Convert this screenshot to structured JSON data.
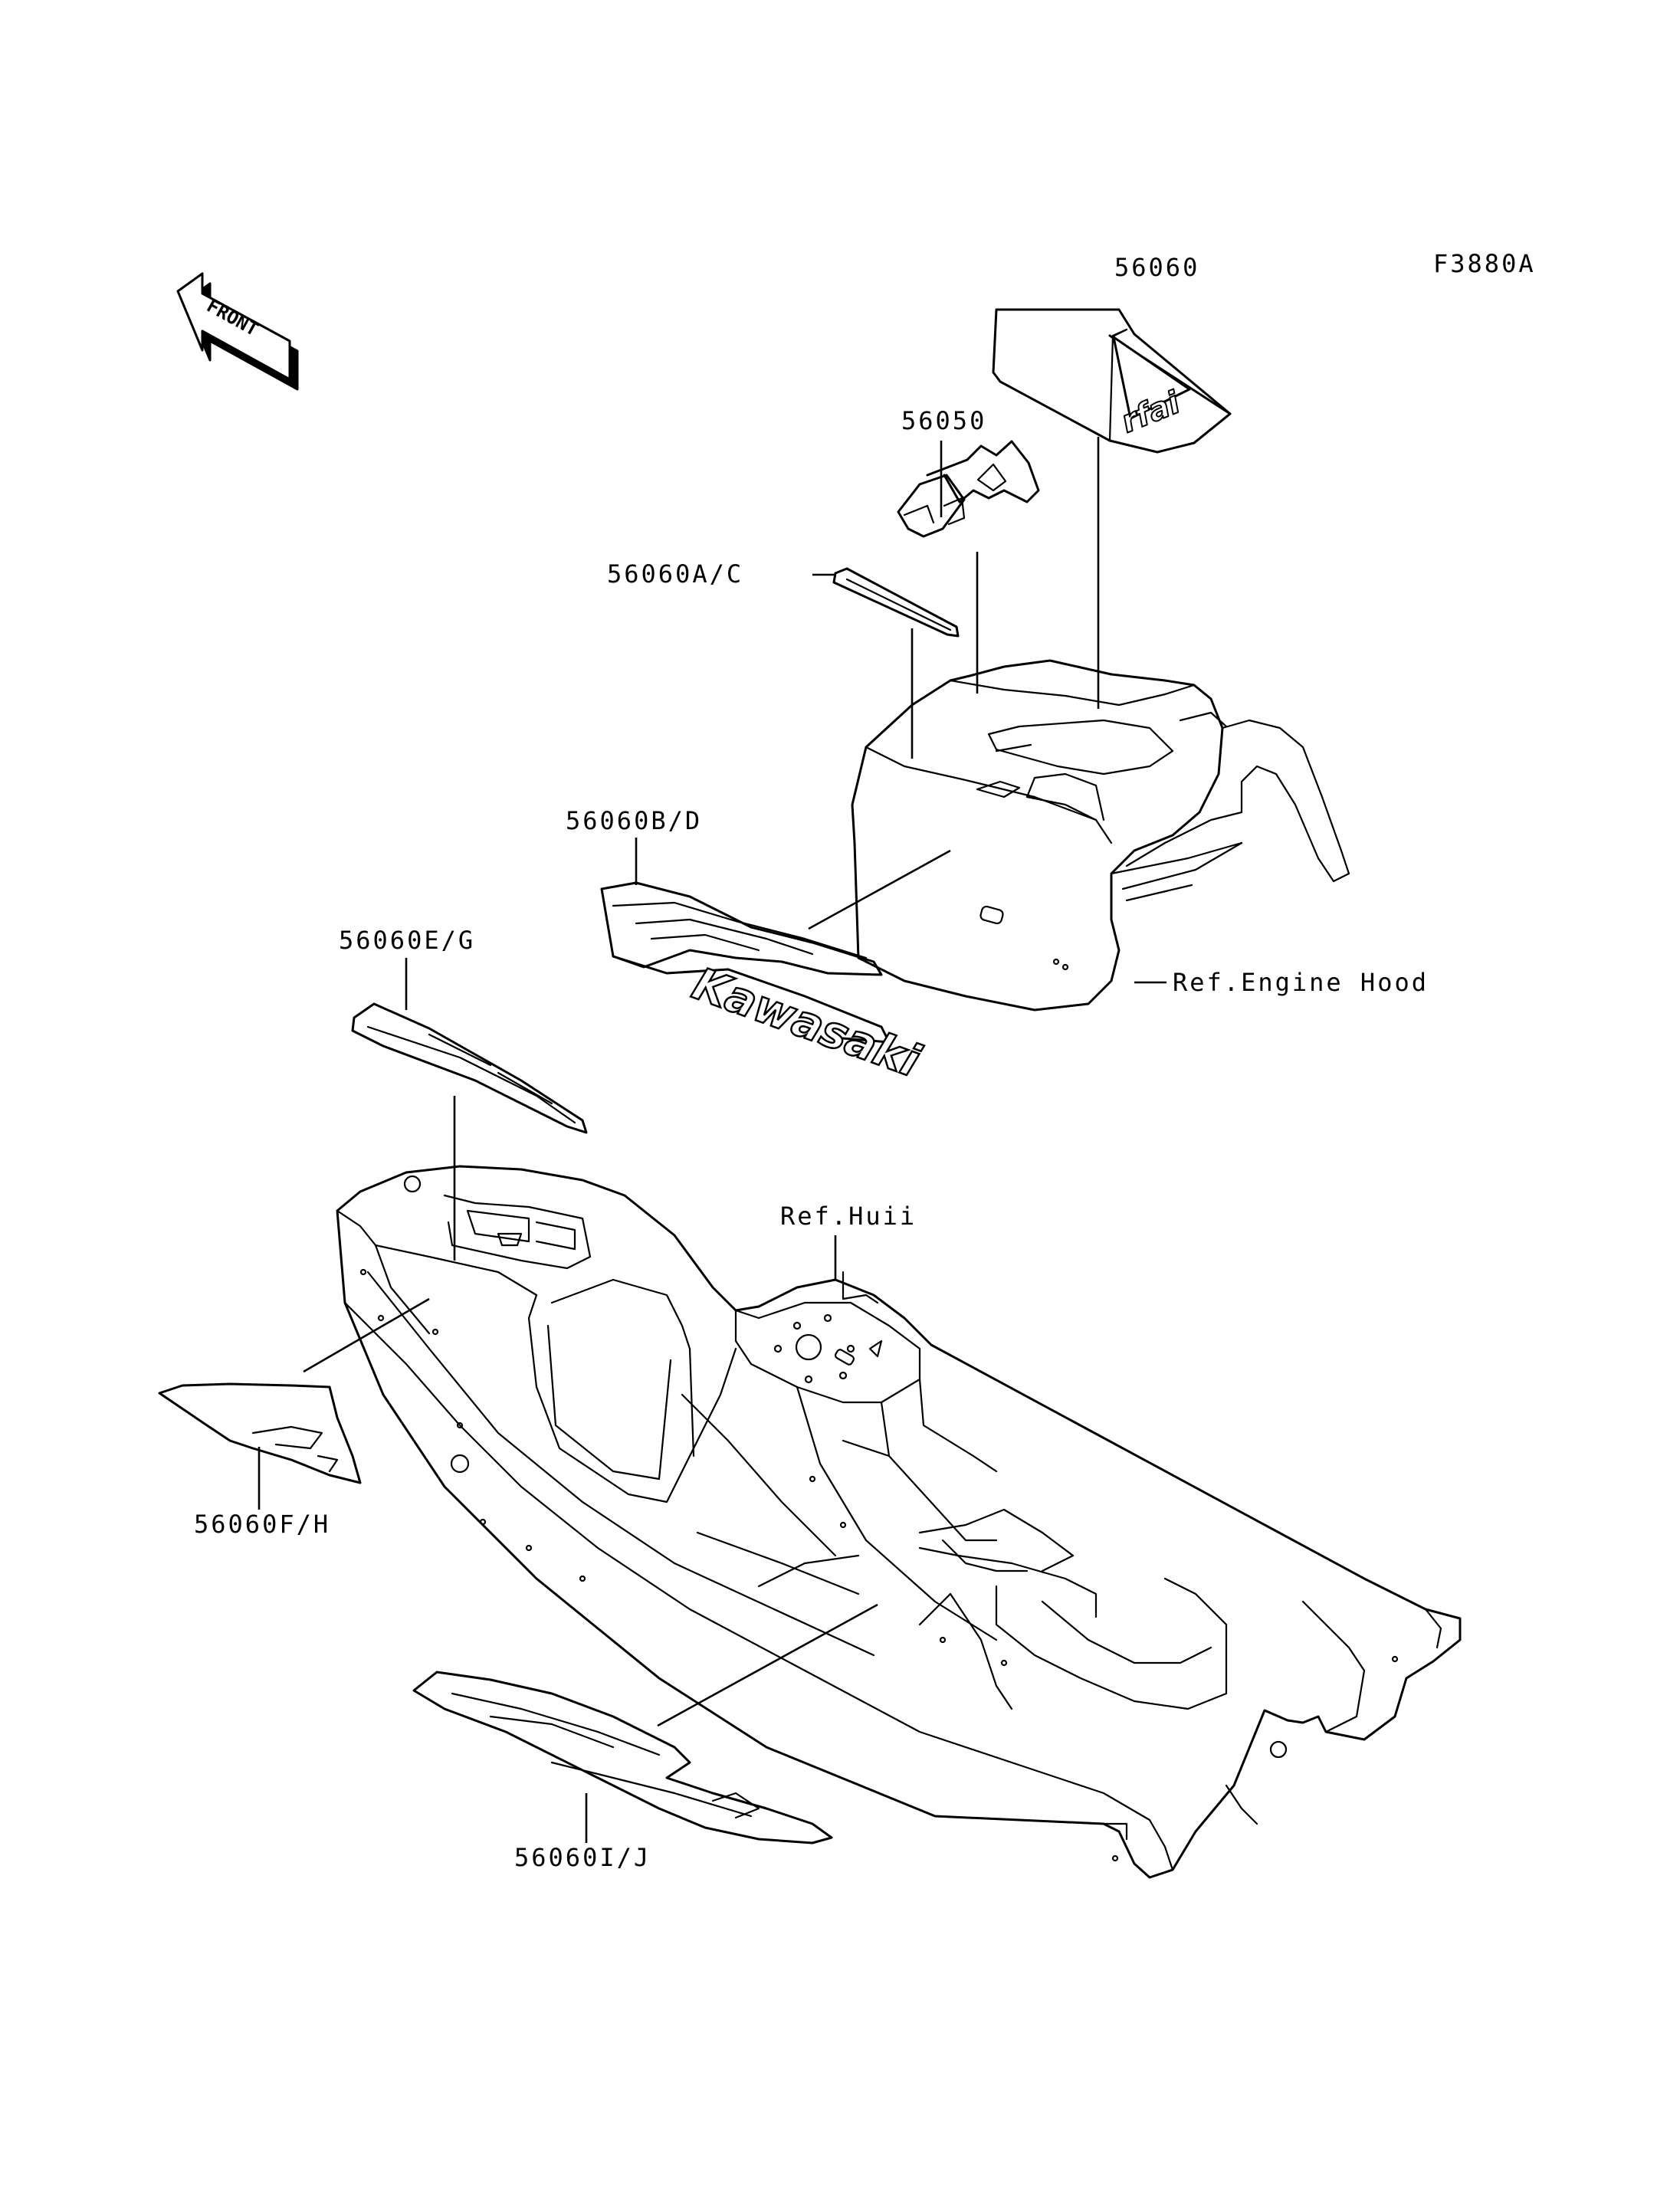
{
  "figure_code": "F3880A",
  "front_label": "FRONT",
  "decal_brand": "Kawasaki",
  "decal_mark_small": "rfai",
  "parts": {
    "p56060": "56060",
    "p56050": "56050",
    "p56060ac": "56060A/C",
    "p56060bd": "56060B/D",
    "p56060eg": "56060E/G",
    "p56060fh": "56060F/H",
    "p56060ij": "56060I/J"
  },
  "references": {
    "engine_hood": "Ref.Engine Hood",
    "hull": "Ref.Huii"
  }
}
